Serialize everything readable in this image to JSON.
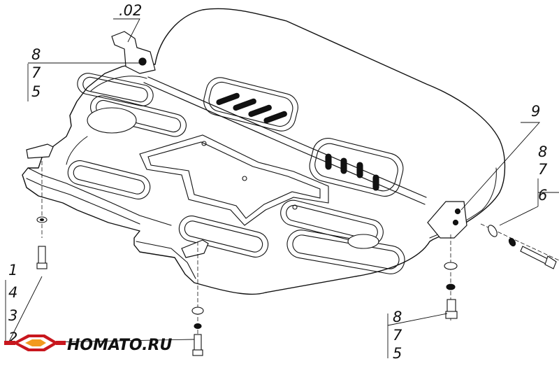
{
  "part_code": ".02",
  "callouts": {
    "top_left": [
      "8",
      "7",
      "5"
    ],
    "right_bracket": "9",
    "right_bolt": [
      "8",
      "7",
      "6"
    ],
    "bottom_right": [
      "8",
      "7",
      "5"
    ],
    "left_bolt": [
      "1",
      "4",
      "3",
      "2"
    ]
  },
  "brand": {
    "name": "HOMATO.RU",
    "colors": {
      "red": "#c8171e",
      "orange": "#f29a1f",
      "dark": "#111111"
    }
  }
}
